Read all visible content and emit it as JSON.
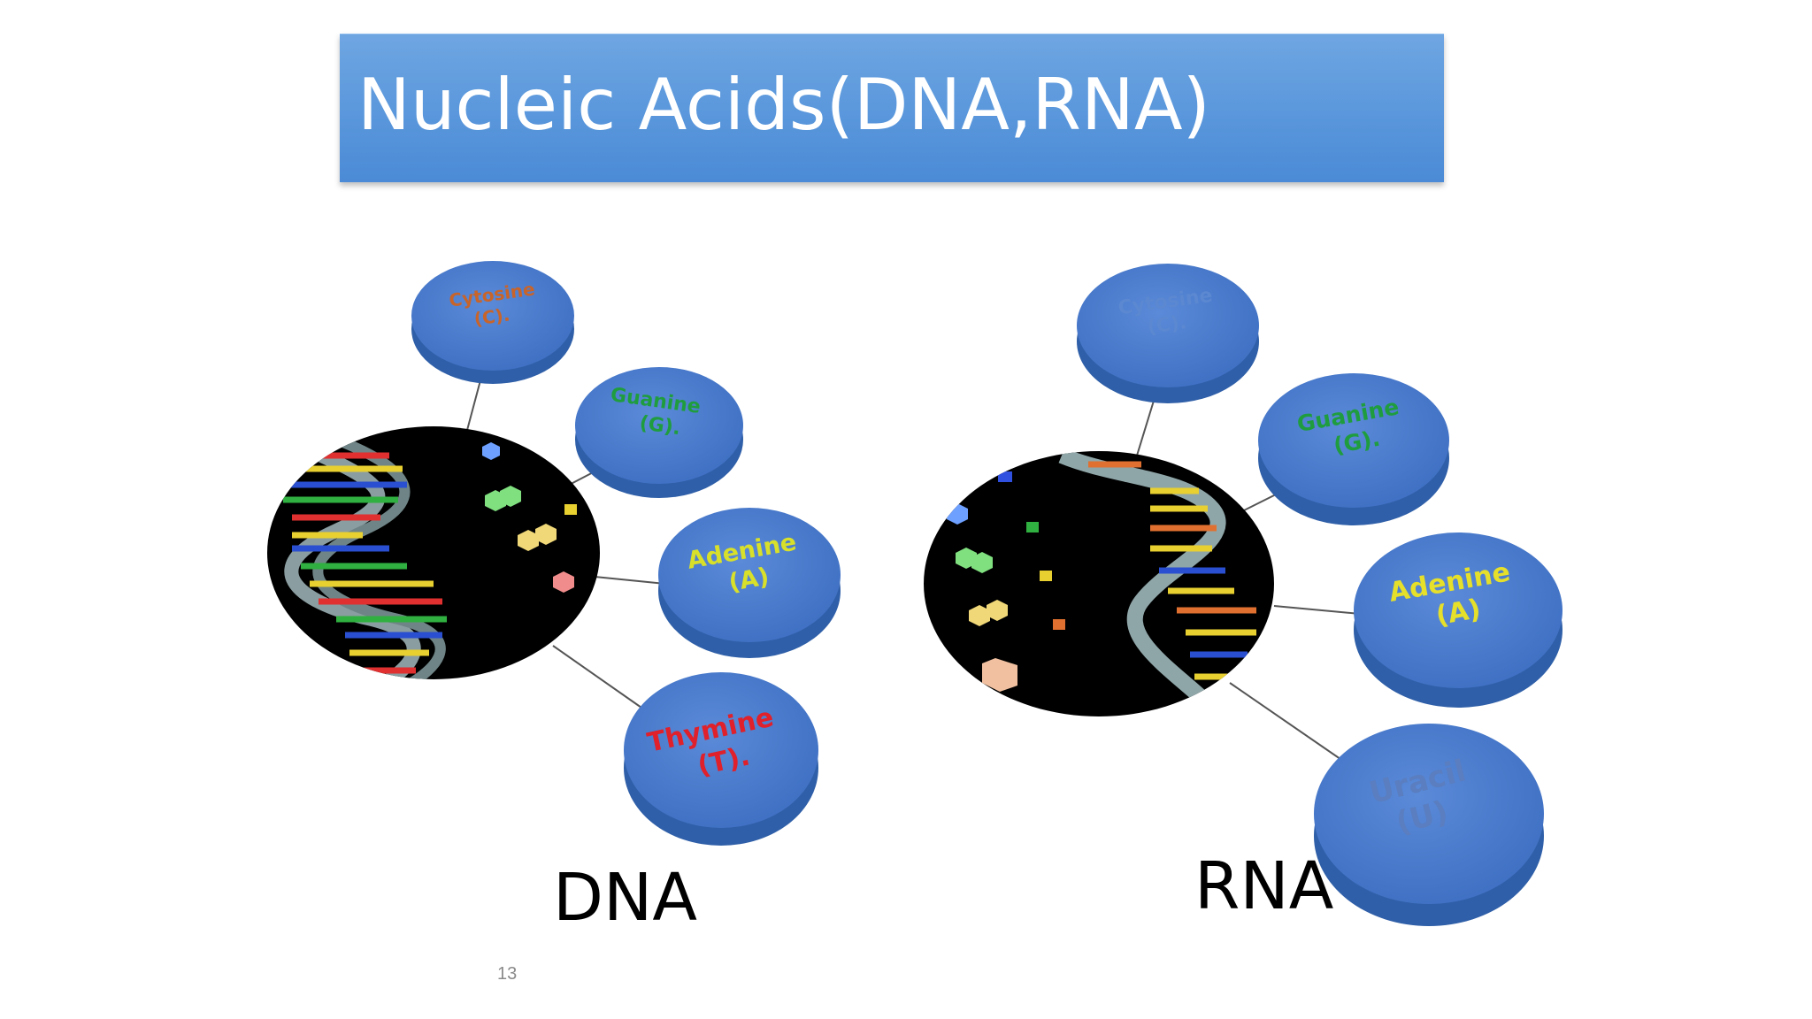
{
  "slide": {
    "title": "Nucleic Acids(DNA,RNA)",
    "page_number": "13"
  },
  "dna": {
    "label": "DNA",
    "bases": [
      {
        "name": "Cytosine",
        "code": "(C).",
        "text_color": "#c8642a"
      },
      {
        "name": "Guanine",
        "code": "(G).",
        "text_color": "#1f9d3e"
      },
      {
        "name": "Adenine",
        "code": "(A)",
        "text_color": "#d8e02a"
      },
      {
        "name": "Thymine",
        "code": "(T).",
        "text_color": "#e0202a"
      }
    ]
  },
  "rna": {
    "label": "RNA",
    "bases": [
      {
        "name": "Cytosine",
        "code": "(C).",
        "text_color": "#5b88d0"
      },
      {
        "name": "Guanine",
        "code": "(G).",
        "text_color": "#1f9d3e"
      },
      {
        "name": "Adenine",
        "code": "(A)",
        "text_color": "#e6e02a"
      },
      {
        "name": "Uracil",
        "code": "(U)",
        "text_color": "#5a7ec0"
      }
    ]
  },
  "colors": {
    "title_bar": "#5b98dc",
    "disc_top": "#4f7fd0",
    "disc_side": "#2f5fa8",
    "helix_bg": "#000000"
  }
}
